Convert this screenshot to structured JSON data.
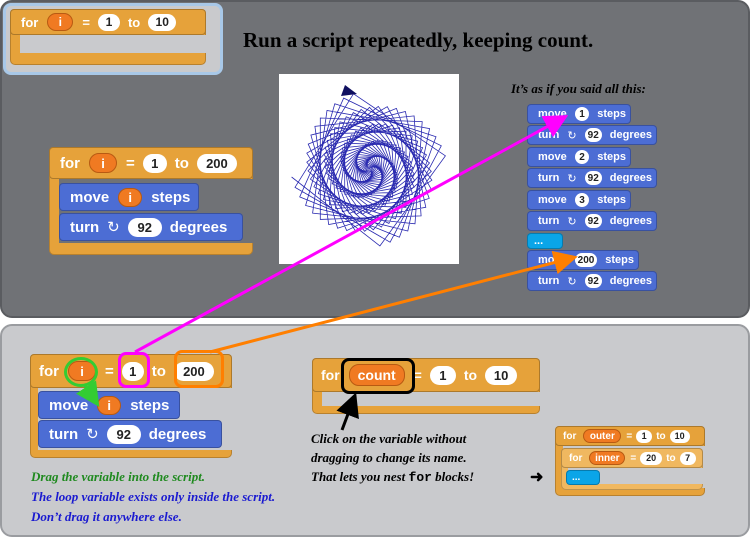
{
  "title": "Run a script repeatedly, keeping count.",
  "snippet": {
    "for": "for",
    "var": "i",
    "eq": "=",
    "from": "1",
    "to": "to",
    "end": "10"
  },
  "main_script": {
    "for": "for",
    "var": "i",
    "eq": "=",
    "from": "1",
    "to": "to",
    "end": "200",
    "move": "move",
    "steps": "steps",
    "turn": "turn",
    "turn_icon": "↻",
    "degrees": "degrees",
    "angle": "92"
  },
  "expanded": {
    "heading": "It’s as if you said all this:",
    "moves": [
      "1",
      "2",
      "3",
      "200"
    ],
    "move": "move",
    "steps": "steps",
    "turn": "turn",
    "turn_icon": "↻",
    "degrees": "degrees",
    "angle": "92",
    "ellipsis": "..."
  },
  "lower_script": {
    "for": "for",
    "var": "i",
    "eq": "=",
    "from": "1",
    "to": "to",
    "end": "200",
    "move": "move",
    "steps": "steps",
    "turn": "turn",
    "turn_icon": "↻",
    "degrees": "degrees",
    "angle": "92"
  },
  "count_script": {
    "for": "for",
    "var": "count",
    "eq": "=",
    "from": "1",
    "to": "to",
    "end": "10"
  },
  "nested": {
    "for": "for",
    "outer_var": "outer",
    "outer_from": "1",
    "outer_to": "10",
    "inner_var": "inner",
    "inner_from": "20",
    "inner_to": "7",
    "eq": "=",
    "to": "to",
    "ellipsis": "..."
  },
  "notes": {
    "drag": "Drag the variable into the script.",
    "scope1": "The loop variable exists only inside the script.",
    "scope2": "Don’t drag it anywhere else.",
    "click1": "Click on the variable without",
    "click2": "dragging to change its name.",
    "click3_pre": "That lets you nest ",
    "click3_code": "for",
    "click3_post": " blocks!",
    "arrow": "➜"
  },
  "colors": {
    "control": "#e6a23a",
    "motion": "#4c6dd4",
    "variable": "#f07a22",
    "magenta": "#ff00ff",
    "orange": "#ff7f00",
    "green": "#33cc33",
    "black": "#000000",
    "note_green": "#1f8a1f",
    "note_blue": "#1a1ad0"
  }
}
